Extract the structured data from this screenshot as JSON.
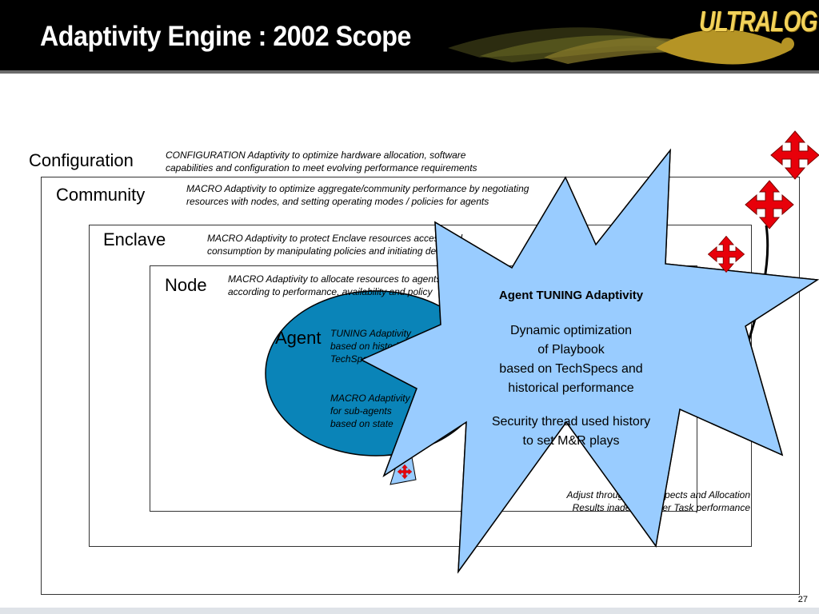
{
  "header": {
    "title": "Adaptivity Engine : 2002 Scope",
    "logo_text": "ULTRALOG"
  },
  "levels": {
    "configuration": {
      "label": "Configuration",
      "description_line1": "CONFIGURATION Adaptivity to optimize hardware allocation, software",
      "description_line2": "capabilities and configuration to meet evolving performance requirements"
    },
    "community": {
      "label": "Community",
      "description_line1": "MACRO Adaptivity to optimize aggregate/community performance by negotiating",
      "description_line2": "resources with nodes, and setting operating modes / policies for agents"
    },
    "enclave": {
      "label": "Enclave",
      "description_line1": "MACRO Adaptivity to protect Enclave resources access and",
      "description_line2": "consumption by manipulating policies and initiating defense"
    },
    "node": {
      "label": "Node",
      "description_line1": "MACRO Adaptivity to allocate resources to agents",
      "description_line2": "according to performance, availability and policy"
    },
    "agent": {
      "label": "Agent",
      "tuning_line1": "TUNING Adaptivity",
      "tuning_line2": "based on historical",
      "tuning_line3": "TechSpecs",
      "macro_line1": "MACRO Adaptivity",
      "macro_line2": "for sub-agents",
      "macro_line3": "based on state"
    },
    "task": {
      "line1": "Adjust through Task Aspects and Allocation",
      "line2": "Results inadequate per Task performance"
    }
  },
  "callout": {
    "heading": "Agent TUNING Adaptivity",
    "line1": "Dynamic optimization",
    "line2": "of Playbook",
    "line3": "based on TechSpecs and",
    "line4": "historical performance",
    "line5": "Security thread used history",
    "line6": "to set M&R plays"
  },
  "footer": {
    "page_number": "27"
  },
  "colors": {
    "burst_fill": "#99ccff",
    "agent_fill": "#0a84b8",
    "arrow_red": "#e8000a",
    "header_bg": "#000000",
    "logo_gold": "#f2d25a"
  },
  "icons": [
    "four-way-arrow-icon",
    "cheetah-logo-icon"
  ]
}
